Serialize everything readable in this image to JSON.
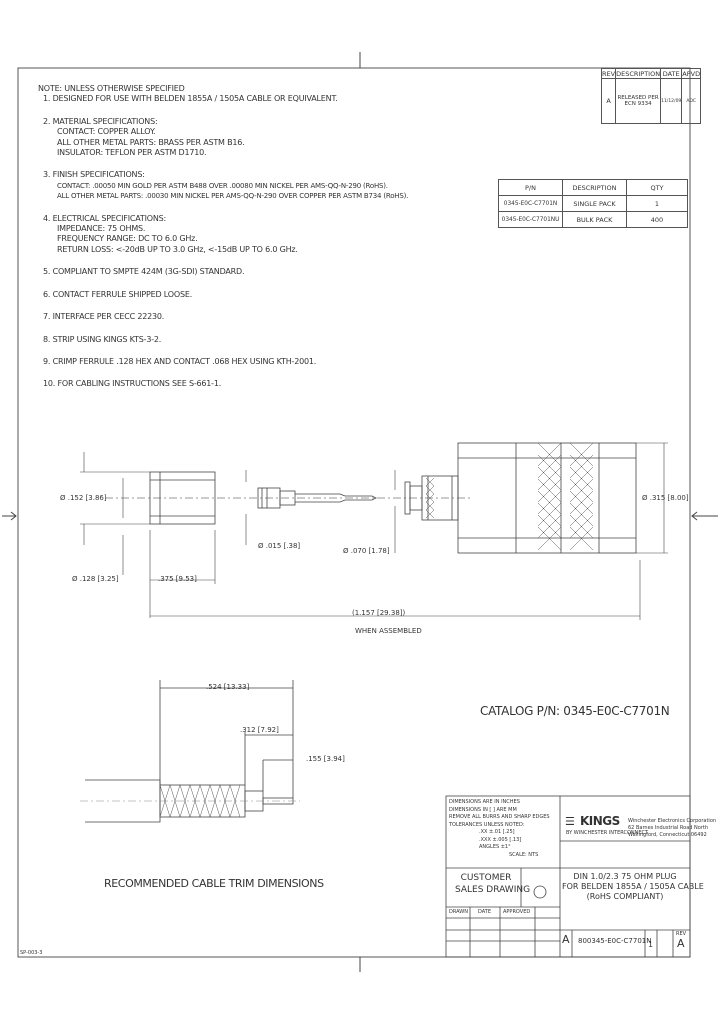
{
  "notes": {
    "header": "NOTE: UNLESS OTHERWISE SPECIFIED",
    "items": [
      "1. DESIGNED FOR USE WITH BELDEN 1855A / 1505A CABLE OR EQUIVALENT.",
      "2. MATERIAL SPECIFICATIONS:",
      "CONTACT: COPPER ALLOY.",
      "ALL OTHER METAL PARTS: BRASS PER ASTM B16.",
      "INSULATOR: TEFLON PER ASTM D1710.",
      "3. FINISH SPECIFICATIONS:",
      "CONTACT: .00050 MIN GOLD PER ASTM B488 OVER .00080 MIN NICKEL PER AMS-QQ-N-290 (RoHS).",
      "ALL OTHER METAL PARTS: .00030 MIN NICKEL PER AMS-QQ-N-290 OVER COPPER PER ASTM B734 (RoHS).",
      "4. ELECTRICAL SPECIFICATIONS:",
      "IMPEDANCE: 75 OHMS.",
      "FREQUENCY RANGE: DC TO 6.0 GHz.",
      "RETURN LOSS: <-20dB UP TO 3.0 GHz, <-15dB UP TO 6.0 GHz.",
      "5. COMPLIANT TO SMPTE 424M (3G-SDI) STANDARD.",
      "6. CONTACT FERRULE SHIPPED LOOSE.",
      "7. INTERFACE PER CECC 22230.",
      "8. STRIP USING KINGS KTS-3-2.",
      "9. CRIMP FERRULE .128 HEX AND CONTACT .068 HEX USING KTH-2001.",
      "10. FOR CABLING INSTRUCTIONS SEE S-661-1."
    ]
  },
  "revision_block": {
    "headers": [
      "REV",
      "DESCRIPTION",
      "DATE",
      "APVD"
    ],
    "rev": "A",
    "description": "RELEASED PER ECN 9334",
    "date": "11/12/09",
    "apvd": "ADC"
  },
  "parts_table": {
    "headers": [
      "P/N",
      "DESCRIPTION",
      "QTY"
    ],
    "rows": [
      [
        "0345-E0C-C7701N",
        "SINGLE PACK",
        "1"
      ],
      [
        "0345-E0C-C7701NU",
        "BULK PACK",
        "400"
      ]
    ]
  },
  "dimensions": {
    "ferrule_dia": "Ø .152 [3.86]",
    "ferrule_hex": "Ø .128 [3.25]",
    "ferrule_len": ".375 [9.53]",
    "contact_dia": "Ø .015 [.38]",
    "pin_dia": "Ø .070 [1.78]",
    "body_dia": "Ø .315 [8.00]",
    "overall_len": "(1.157 [29.38])",
    "when_assembled": "WHEN ASSEMBLED"
  },
  "catalog": "CATALOG P/N: 0345-E0C-C7701N",
  "trim": {
    "title": "RECOMMENDED CABLE TRIM DIMENSIONS",
    "d1": ".524 [13.33]",
    "d2": ".312 [7.92]",
    "d3": ".155 [3.94]"
  },
  "title_block": {
    "tolerances": [
      "DIMENSIONS ARE IN INCHES",
      "DIMENSIONS IN [ ] ARE MM",
      "REMOVE ALL BURRS AND SHARP EDGES",
      "TOLERANCES UNLESS NOTED:",
      ".XX ±.01 [.25]",
      ".XXX ±.005 [.13]",
      "ANGLES ±1°",
      "SCALE: NTS"
    ],
    "brand": "KINGS",
    "brand_sub": "BY WINCHESTER INTERCONNECT",
    "company": [
      "Winchester Electronics Corporation",
      "62 Barnes Industrial Road North",
      "Wallingford, Connecticut 06492"
    ],
    "doc_type_line1": "CUSTOMER",
    "doc_type_line2": "SALES DRAWING",
    "title_lines": [
      "DIN 1.0/2.3 75 OHM PLUG",
      "FOR BELDEN 1855A / 1505A CABLE",
      "(RoHS COMPLIANT)"
    ],
    "drawn_label": "DRAWN",
    "date_label": "DATE",
    "approved_label": "APPROVED",
    "size": "A",
    "dwg_no": "800345-E0C-C7701N",
    "sheet": "1",
    "rev_label": "REV",
    "rev": "A"
  },
  "corner_label": "SP-003-3"
}
